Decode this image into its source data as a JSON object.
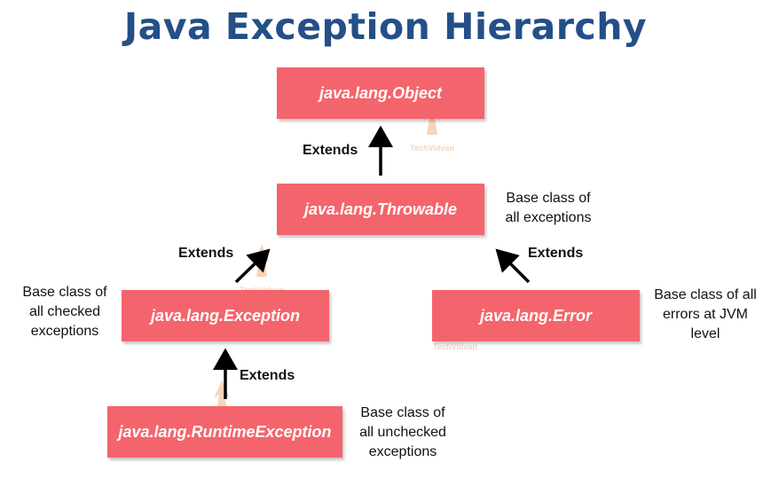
{
  "title": "Java Exception Hierarchy",
  "nodes": {
    "object": "java.lang.Object",
    "throwable": "java.lang.Throwable",
    "exception": "java.lang.Exception",
    "error": "java.lang.Error",
    "runtime": "java.lang.RuntimeException"
  },
  "edge_label": "Extends",
  "notes": {
    "throwable": [
      "Base class of",
      "all exceptions"
    ],
    "exception": [
      "Base class of",
      "all checked",
      "exceptions"
    ],
    "error": [
      "Base class of all",
      "errors at JVM",
      "level"
    ],
    "runtime": [
      "Base class of",
      "all unchecked",
      "exceptions"
    ]
  },
  "watermark": "TechVidvan",
  "colors": {
    "title": "#244f87",
    "node_fill": "#f4646c",
    "node_text": "#ffffff",
    "arrow": "#000000"
  }
}
